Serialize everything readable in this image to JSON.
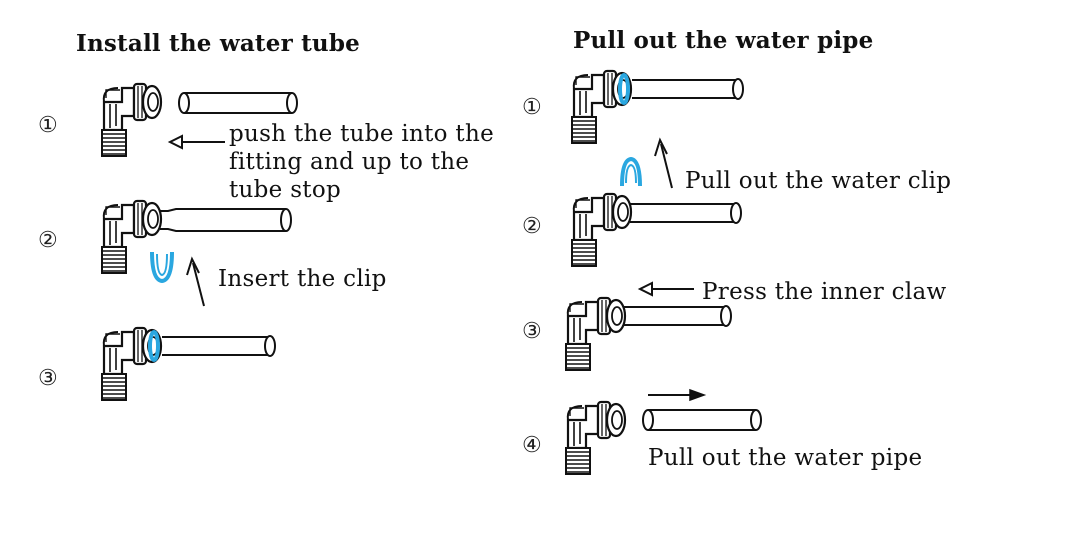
{
  "left_panel": {
    "title": "Install the water tube",
    "steps": [
      {
        "num": "①",
        "text_lines": [
          "push the tube into the",
          "fitting and up to the",
          "tube stop"
        ]
      },
      {
        "num": "②",
        "text_lines": [
          "Insert the clip"
        ]
      },
      {
        "num": "③",
        "text_lines": []
      }
    ]
  },
  "right_panel": {
    "title": "Pull out the water pipe",
    "steps": [
      {
        "num": "①",
        "text_lines": [
          "Pull out the water clip"
        ]
      },
      {
        "num": "②",
        "text_lines": []
      },
      {
        "num": "③",
        "text_lines": [
          "Press the inner claw"
        ]
      },
      {
        "num": "④",
        "text_lines": [
          "Pull out the water pipe"
        ]
      }
    ]
  },
  "colors": {
    "clip": "#2aa7e0",
    "line": "#111111"
  }
}
